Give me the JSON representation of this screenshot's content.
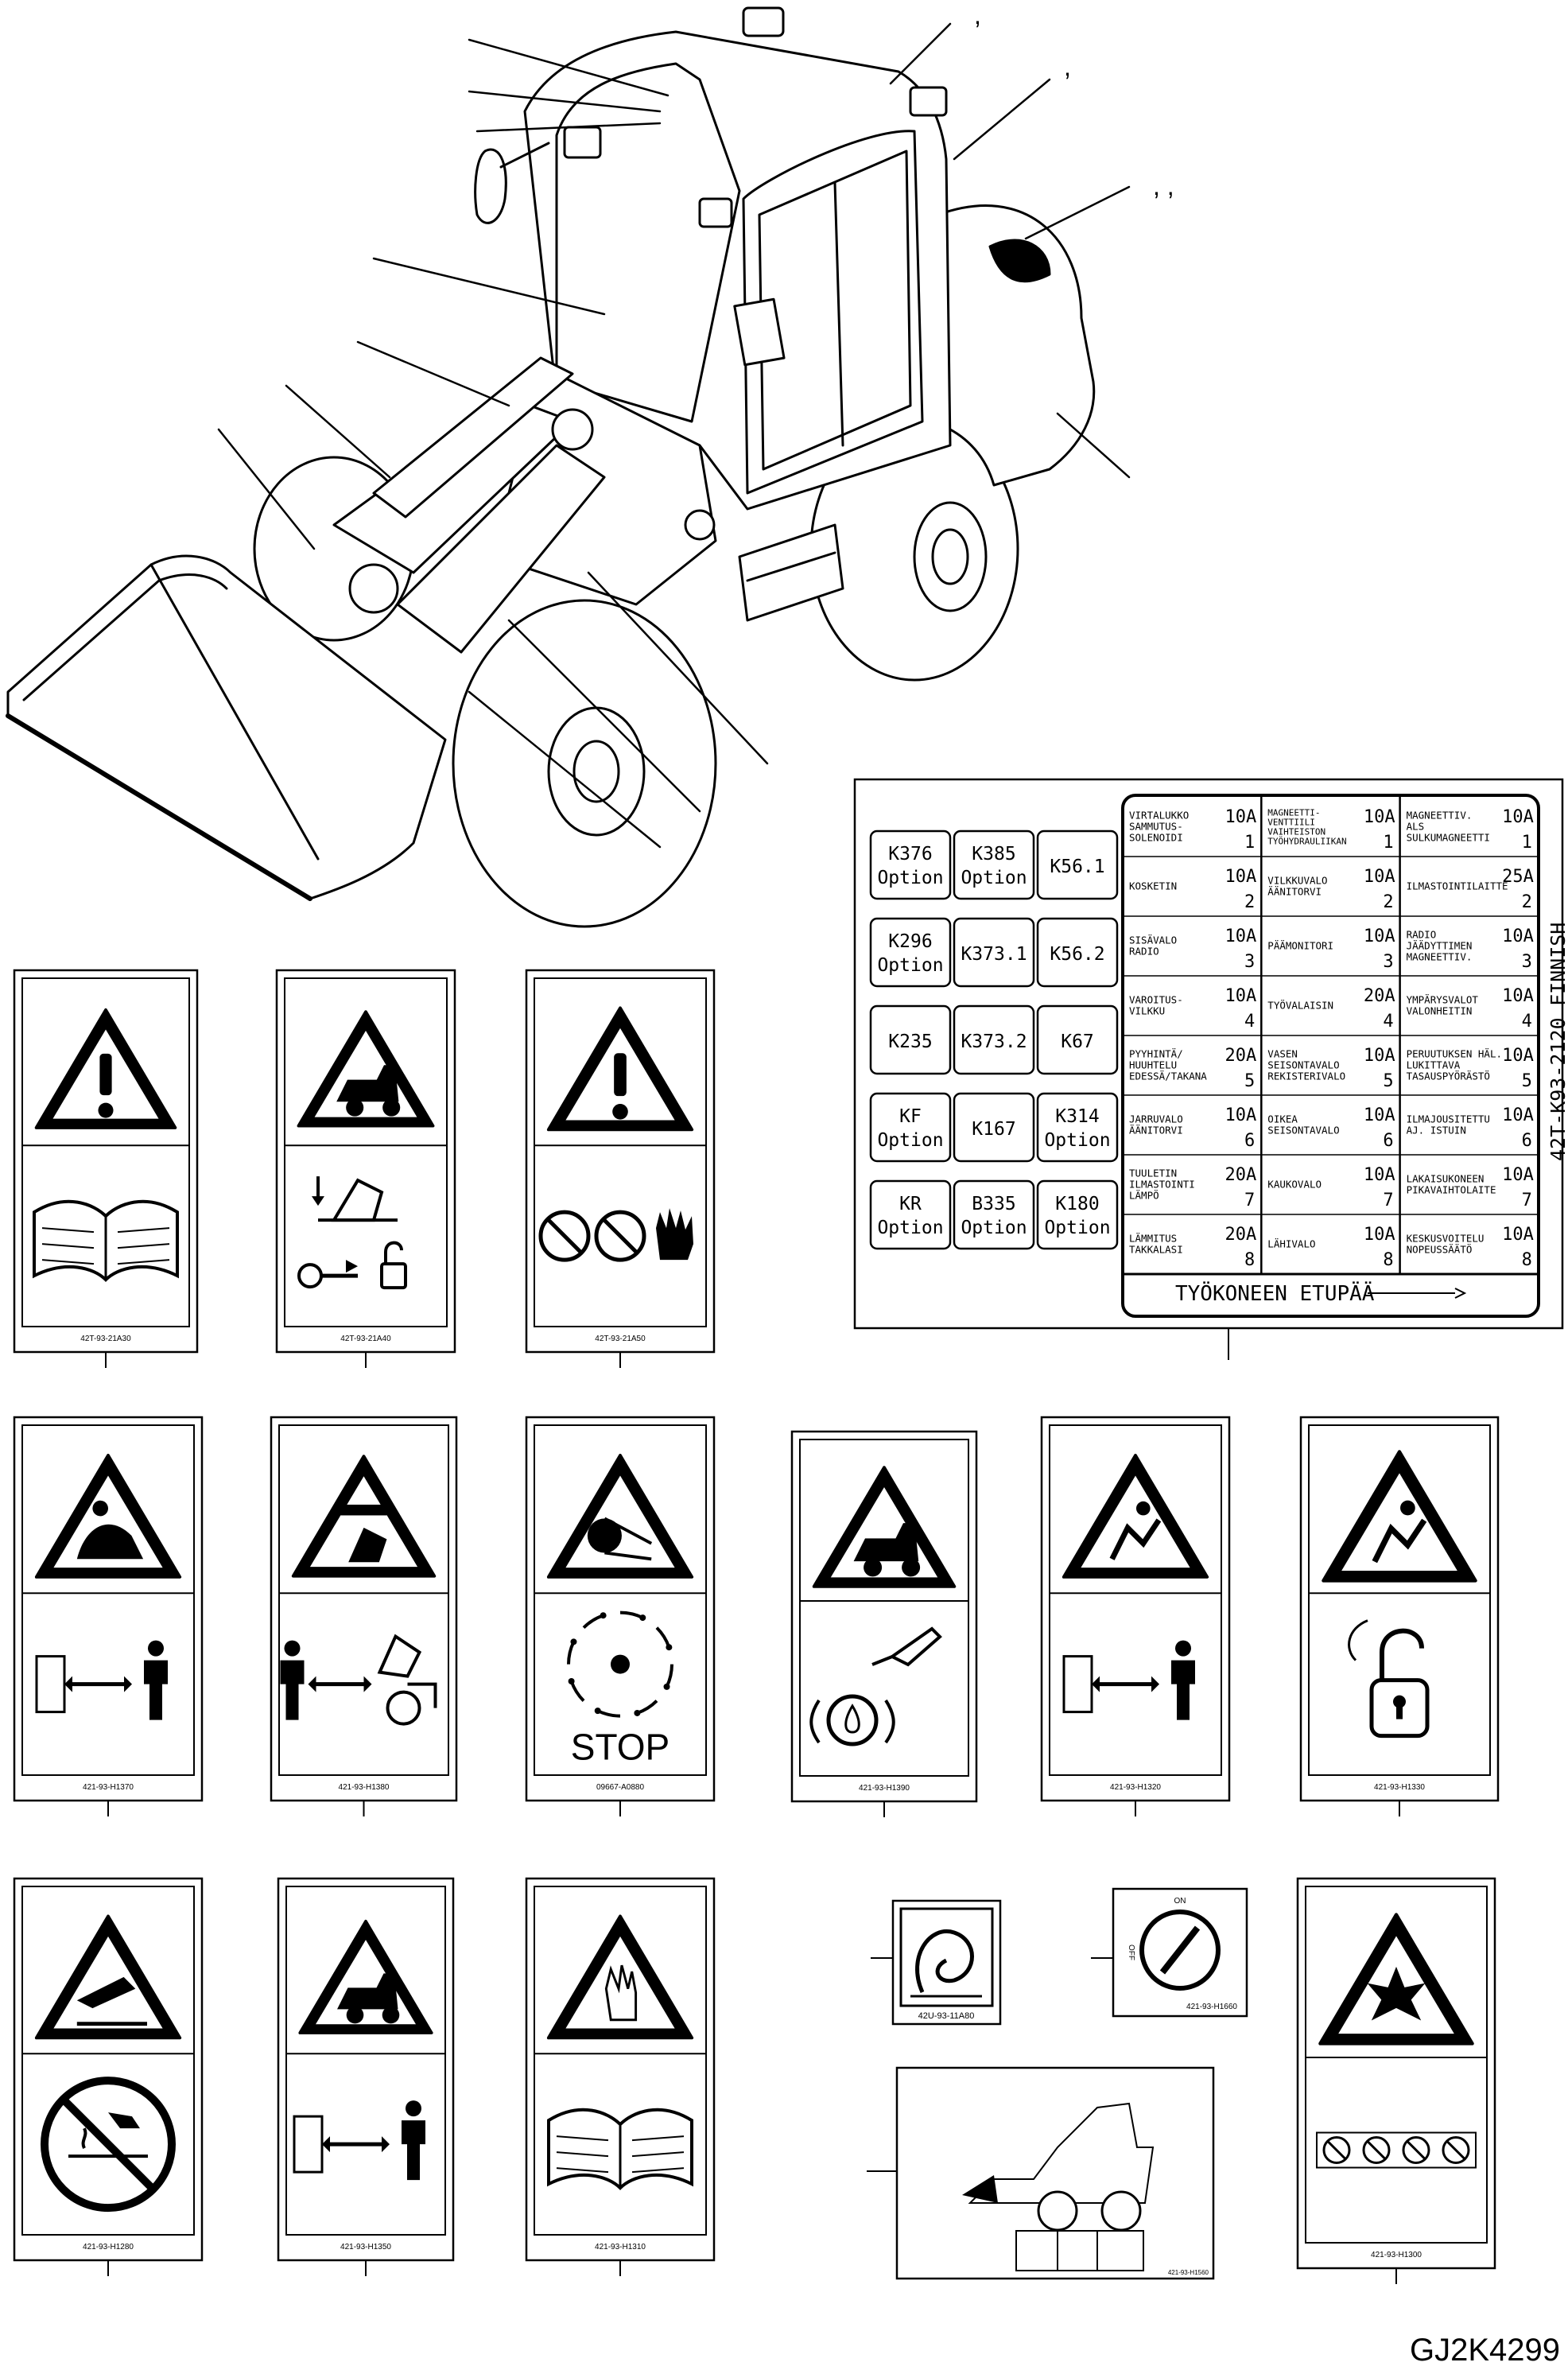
{
  "drawing_code": "GJ2K4299",
  "callout_marks": [
    ",",
    ",",
    ", ,"
  ],
  "fuse_panel": {
    "language": "FINNISH",
    "part_number": "42T-K93-2120",
    "footer": "TYÖKONEEN ETUPÄÄ",
    "relays": [
      [
        "K376",
        "Option"
      ],
      [
        "K385",
        "Option"
      ],
      [
        "K56.1",
        ""
      ],
      [
        "K296",
        "Option"
      ],
      [
        "K373.1",
        ""
      ],
      [
        "K56.2",
        ""
      ],
      [
        "K235",
        ""
      ],
      [
        "K373.2",
        ""
      ],
      [
        "K67",
        ""
      ],
      [
        "KF",
        "Option"
      ],
      [
        "K167",
        ""
      ],
      [
        "K314",
        "Option"
      ],
      [
        "KR",
        "Option"
      ],
      [
        "B335",
        "Option"
      ],
      [
        "K180",
        "Option"
      ]
    ],
    "fuses": [
      [
        {
          "label": "VIRTALUKKO\nSAMMUTUS-\nSOLENOIDI",
          "amp": "10A",
          "num": "1"
        },
        {
          "label": "KOSKETIN",
          "amp": "10A",
          "num": "2"
        },
        {
          "label": "SISÄVALO\nRADIO",
          "amp": "10A",
          "num": "3"
        },
        {
          "label": "VAROITUS-\nVILKKU",
          "amp": "10A",
          "num": "4"
        },
        {
          "label": "PYYHINTÄ/\nHUUHTELU\nEDESSÄ/TAKANA",
          "amp": "20A",
          "num": "5"
        },
        {
          "label": "JARRUVALO\nÄÄNITORVI",
          "amp": "10A",
          "num": "6"
        },
        {
          "label": "TUULETIN\nILMASTOINTI\nLÄMPÖ",
          "amp": "20A",
          "num": "7"
        },
        {
          "label": "LÄMMITUS\nTAKKALASI",
          "amp": "20A",
          "num": "8"
        }
      ],
      [
        {
          "label": "MAGNEETTI-\nVENTTIILI\nVAIHTEISTON\nTYÖHYDRAULIIKAN",
          "amp": "10A",
          "num": "1"
        },
        {
          "label": "VILKKUVALO\nÄÄNITORVI",
          "amp": "10A",
          "num": "2"
        },
        {
          "label": "PÄÄMONITORI",
          "amp": "10A",
          "num": "3"
        },
        {
          "label": "TYÖVALAISIN",
          "amp": "20A",
          "num": "4"
        },
        {
          "label": "VASEN\nSEISONTAVALO\nREKISTERIVALO",
          "amp": "10A",
          "num": "5"
        },
        {
          "label": "OIKEA\nSEISONTAVALO",
          "amp": "10A",
          "num": "6"
        },
        {
          "label": "KAUKOVALO",
          "amp": "10A",
          "num": "7"
        },
        {
          "label": "LÄHIVALO",
          "amp": "10A",
          "num": "8"
        }
      ],
      [
        {
          "label": "MAGNEETTIV.\nALS\nSULKUMAGNEETTI",
          "amp": "10A",
          "num": "1"
        },
        {
          "label": "ILMASTOINTILAITTE",
          "amp": "25A",
          "num": "2"
        },
        {
          "label": "RADIO\nJÄÄDYTTIMEN\nMAGNEETTIV.",
          "amp": "10A",
          "num": "3"
        },
        {
          "label": "YMPÄRYSVALOT\nVALONHEITIN",
          "amp": "10A",
          "num": "4"
        },
        {
          "label": "PERUUTUKSEN HÄL.\nLUKITTAVA\nTASAUSPYÖRÄSTÖ",
          "amp": "10A",
          "num": "5"
        },
        {
          "label": "ILMAJOUSITETTU\nAJ. ISTUIN",
          "amp": "10A",
          "num": "6"
        },
        {
          "label": "LAKAISUKONEEN\nPIKAVAIHTOLAITE",
          "amp": "10A",
          "num": "7"
        },
        {
          "label": "KESKUSVOITELU\nNOPEUSSÄÄTÖ",
          "amp": "10A",
          "num": "8"
        }
      ]
    ]
  },
  "decals": [
    {
      "code": "42T-93-21A30",
      "top": "warning",
      "bottom": "manual"
    },
    {
      "code": "42T-93-21A40",
      "top": "loader",
      "bottom": "lock"
    },
    {
      "code": "42T-93-21A50",
      "top": "warning",
      "bottom": "nohand"
    },
    {
      "code": "421-93-H1370",
      "top": "crush",
      "bottom": "distance"
    },
    {
      "code": "421-93-H1380",
      "top": "fall",
      "bottom": "bucket"
    },
    {
      "code": "09667-A0880",
      "top": "belt",
      "bottom": "stop"
    },
    {
      "code": "421-93-H1390",
      "top": "loader",
      "bottom": "oil"
    },
    {
      "code": "421-93-H1320",
      "top": "sparks",
      "bottom": "distance"
    },
    {
      "code": "421-93-H1330",
      "top": "sparks",
      "bottom": "unlock"
    },
    {
      "code": "421-93-H1280",
      "top": "hot",
      "bottom": "nohot"
    },
    {
      "code": "421-93-H1350",
      "top": "loader",
      "bottom": "distance"
    },
    {
      "code": "421-93-H1310",
      "top": "hand",
      "bottom": "manual"
    },
    {
      "code": "421-93-H1300",
      "top": "explosion",
      "bottom": "prohibit"
    }
  ],
  "stop_text": "STOP",
  "small_decals": [
    {
      "code": "42U-93-11A80"
    },
    {
      "code": "421-93-H1660",
      "on": "ON",
      "off": "OFF"
    }
  ],
  "lift_decal": {
    "corner": "421-93-H1560"
  }
}
